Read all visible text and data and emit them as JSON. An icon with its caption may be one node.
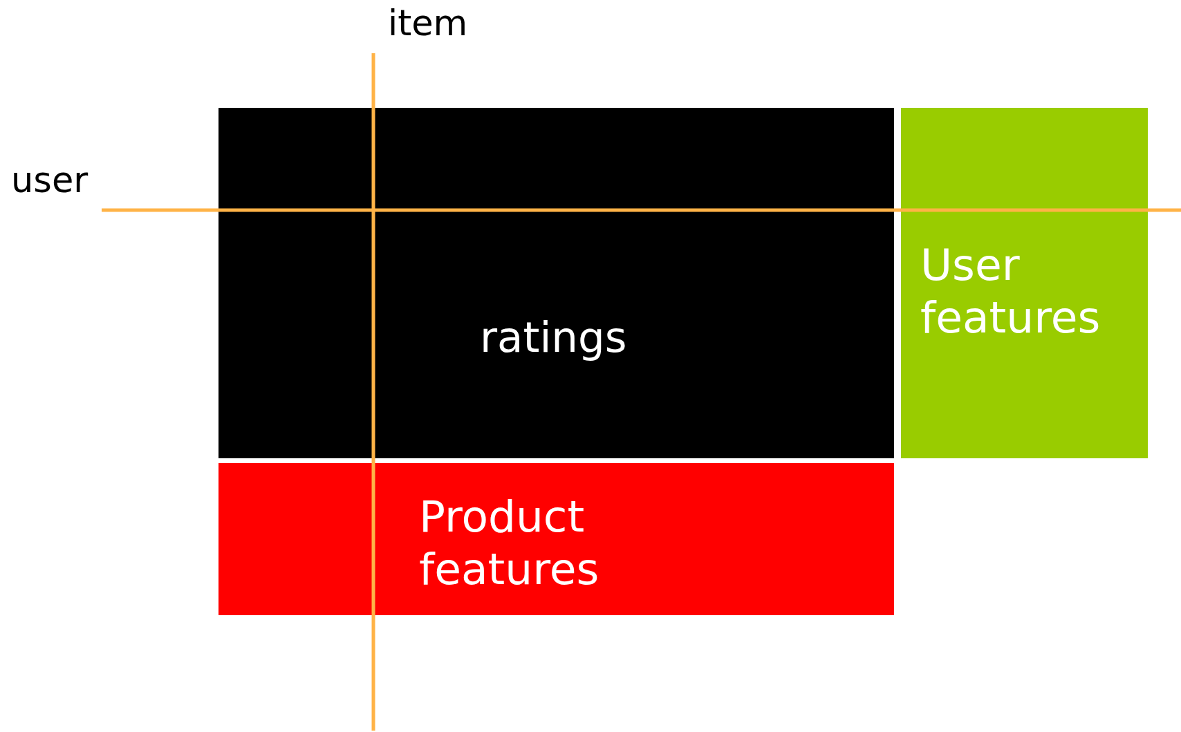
{
  "diagram": {
    "nodes": [
      {
        "text": [
          "ratings"
        ]
      },
      {
        "text": [
          "User features"
        ]
      },
      {
        "text": [
          "Product features"
        ]
      }
    ],
    "labels": [
      "item",
      "user"
    ]
  }
}
